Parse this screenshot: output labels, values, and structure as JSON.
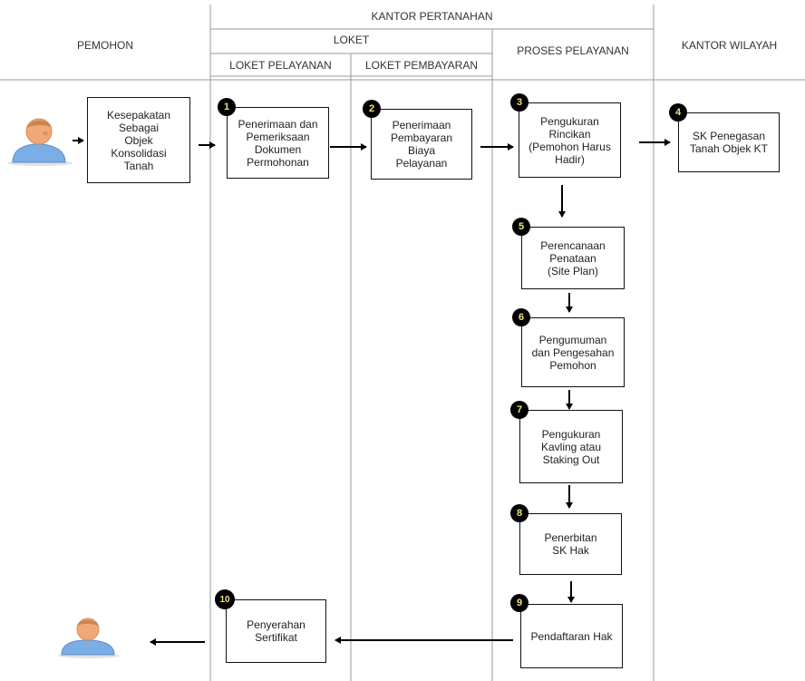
{
  "header": {
    "kantor_pertanahan": "KANTOR PERTANAHAN",
    "loket": "LOKET",
    "pemohon": "PEMOHON",
    "loket_pelayanan": "LOKET PELAYANAN",
    "loket_pembayaran": "LOKET PEMBAYARAN",
    "proses_pelayanan": "PROSES PELAYANAN",
    "kantor_wilayah": "KANTOR WILAYAH"
  },
  "steps": {
    "start": "Kesepakatan\nSebagai\nObjek\nKonsolidasi\nTanah",
    "s1": {
      "num": "1",
      "text": "Penerimaan dan\nPemeriksaan\nDokumen\nPermohonan"
    },
    "s2": {
      "num": "2",
      "text": "Penerimaan\nPembayaran\nBiaya\nPelayanan"
    },
    "s3": {
      "num": "3",
      "text": "Pengukuran\nRincikan\n(Pemohon Harus\nHadir)"
    },
    "s4": {
      "num": "4",
      "text": "SK Penegasan\nTanah Objek KT"
    },
    "s5": {
      "num": "5",
      "text": "Perencanaan\nPenataan\n(Site Plan)"
    },
    "s6": {
      "num": "6",
      "text": "Pengumuman\ndan Pengesahan\nPemohon"
    },
    "s7": {
      "num": "7",
      "text": "Pengukuran\nKavling atau\nStaking Out"
    },
    "s8": {
      "num": "8",
      "text": "Penerbitan\nSK Hak"
    },
    "s9": {
      "num": "9",
      "text": "Pendaftaran Hak"
    },
    "s10": {
      "num": "10",
      "text": "Penyerahan\nSertifikat"
    }
  },
  "colors": {
    "line": "#9a9a9a",
    "arrow": "#000000",
    "badge_text": "#f2e27a",
    "person_skin": "#f0a877",
    "person_shirt": "#7aaee6"
  },
  "icons": [
    "person-icon-applicant",
    "person-icon-recipient"
  ]
}
